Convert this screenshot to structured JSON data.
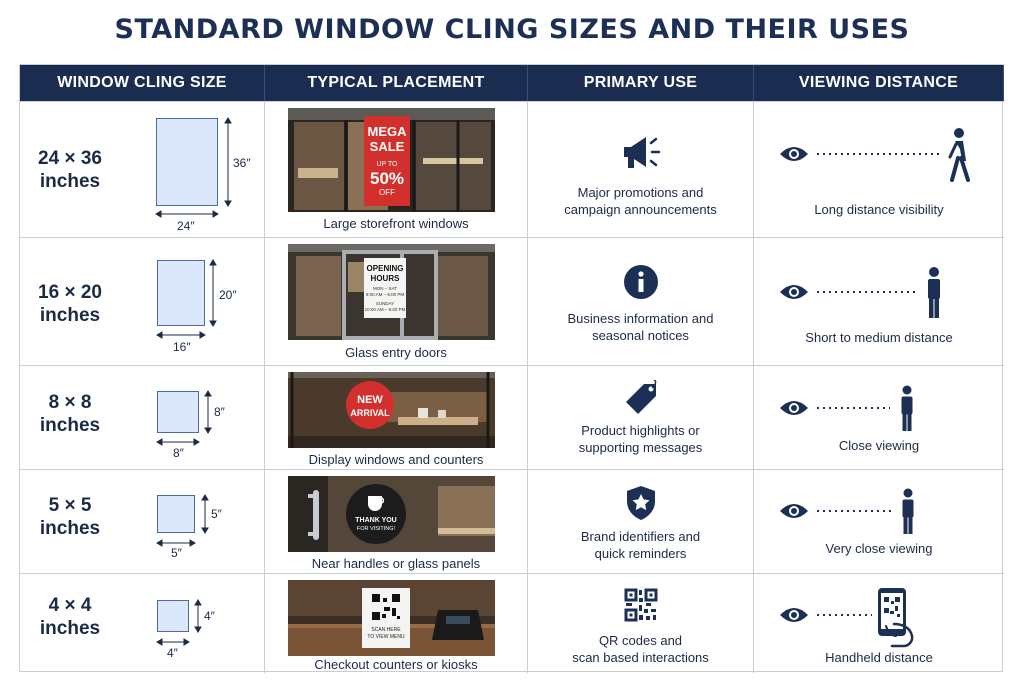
{
  "title": "STANDARD WINDOW CLING SIZES AND THEIR USES",
  "headers": [
    "WINDOW CLING SIZE",
    "TYPICAL PLACEMENT",
    "PRIMARY USE",
    "VIEWING DISTANCE"
  ],
  "rows": [
    {
      "size_line1": "24 × 36",
      "size_line2": "inches",
      "width_label": "24″",
      "height_label": "36″",
      "placement": "Large storefront windows",
      "sign_lines": [
        "MEGA",
        "SALE",
        "UP TO",
        "50%",
        "OFF"
      ],
      "use_line1": "Major promotions and",
      "use_line2": "campaign announcements",
      "use_icon": "megaphone-icon",
      "viewing": "Long distance visibility"
    },
    {
      "size_line1": "16 × 20",
      "size_line2": "inches",
      "width_label": "16″",
      "height_label": "20″",
      "placement": "Glass entry doors",
      "sign_lines": [
        "OPENING",
        "HOURS",
        "MON – SAT",
        "9:00 AM – 6:00 PM",
        "SUNDAY",
        "10:00 AM – 5:00 PM"
      ],
      "use_line1": "Business information and",
      "use_line2": "seasonal notices",
      "use_icon": "info-icon",
      "viewing": "Short to medium distance"
    },
    {
      "size_line1": "8 × 8",
      "size_line2": "inches",
      "width_label": "8″",
      "height_label": "8″",
      "placement": "Display windows and counters",
      "sign_lines": [
        "NEW",
        "ARRIVAL"
      ],
      "use_line1": "Product highlights or",
      "use_line2": "supporting messages",
      "use_icon": "tag-icon",
      "viewing": "Close viewing"
    },
    {
      "size_line1": "5 × 5",
      "size_line2": "inches",
      "width_label": "5″",
      "height_label": "5″",
      "placement": "Near handles or glass panels",
      "sign_lines": [
        "THANK YOU",
        "FOR VISITING!"
      ],
      "use_line1": "Brand identifiers and",
      "use_line2": "quick reminders",
      "use_icon": "shield-star-icon",
      "viewing": "Very close viewing"
    },
    {
      "size_line1": "4 × 4",
      "size_line2": "inches",
      "width_label": "4″",
      "height_label": "4″",
      "placement": "Checkout counters or kiosks",
      "sign_lines": [
        "SCAN HERE",
        "TO VIEW MENU"
      ],
      "use_line1": "QR codes and",
      "use_line2": "scan based interactions",
      "use_icon": "qr-code-icon",
      "viewing": "Handheld distance"
    }
  ],
  "colors": {
    "header_bg": "#1a2c4f",
    "title": "#1c2f55",
    "swatch_fill": "#dbe7fa",
    "icon": "#1c2f55",
    "sign_red": "#d2302c"
  }
}
